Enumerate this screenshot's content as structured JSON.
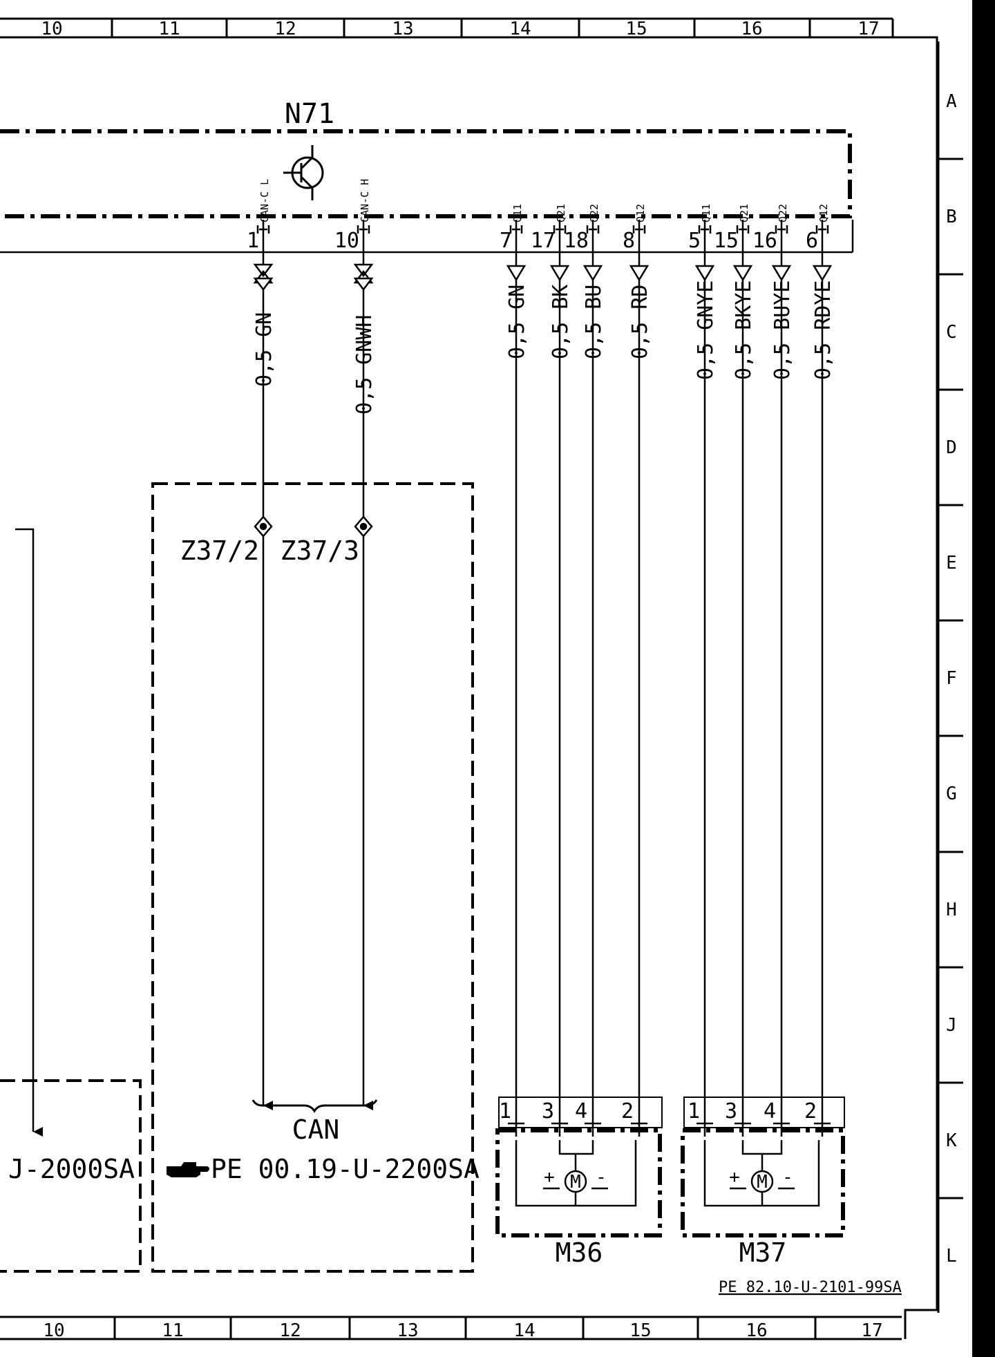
{
  "columns": [
    "10",
    "11",
    "12",
    "13",
    "14",
    "15",
    "16",
    "17"
  ],
  "rows": [
    "A",
    "B",
    "C",
    "D",
    "E",
    "F",
    "G",
    "H",
    "J",
    "K",
    "L"
  ],
  "module": {
    "label": "N71",
    "pins": [
      {
        "num": "1",
        "signal": "CAN-C L",
        "wire": "0,5 GN"
      },
      {
        "num": "10",
        "signal": "CAN-C H",
        "wire": "0,5 GNWH"
      },
      {
        "num": "7",
        "signal": "Q11",
        "wire": "0,5 GN"
      },
      {
        "num": "17",
        "signal": "Q21",
        "wire": "0,5 BK"
      },
      {
        "num": "18",
        "signal": "Q22",
        "wire": "0,5 BU"
      },
      {
        "num": "8",
        "signal": "Q12",
        "wire": "0,5 RD"
      },
      {
        "num": "5",
        "signal": "Q11",
        "wire": "0,5 GNYE"
      },
      {
        "num": "15",
        "signal": "Q21",
        "wire": "0,5 BKYE"
      },
      {
        "num": "16",
        "signal": "Q22",
        "wire": "0,5 BUYE"
      },
      {
        "num": "6",
        "signal": "Q12",
        "wire": "0,5 RDYE"
      }
    ]
  },
  "splices": [
    "Z37/2",
    "Z37/3"
  ],
  "can_label": "CAN",
  "ref_left": "J-2000SA",
  "ref_can": "PE 00.19-U-2200SA",
  "motors": [
    {
      "label": "M36",
      "pins": [
        "1",
        "3",
        "4",
        "2"
      ],
      "symbol": "M",
      "plus": "+",
      "minus": "-"
    },
    {
      "label": "M37",
      "pins": [
        "1",
        "3",
        "4",
        "2"
      ],
      "symbol": "M",
      "plus": "+",
      "minus": "-"
    }
  ],
  "page_ref": "PE 82.10-U-2101-99SA"
}
